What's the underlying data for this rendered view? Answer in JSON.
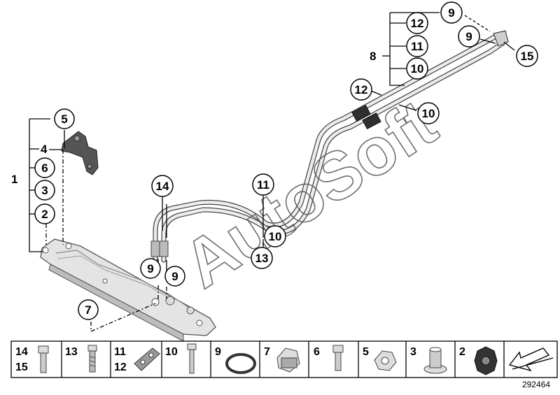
{
  "diagram": {
    "id": "292464",
    "watermark": "AutoSoft",
    "callouts": {
      "c1": "1",
      "c2": "2",
      "c3": "3",
      "c4": "4",
      "c5": "5",
      "c6": "6",
      "c7": "7",
      "c8": "8",
      "c9a": "9",
      "c9b": "9",
      "c9c": "9",
      "c9d": "9",
      "c10a": "10",
      "c10b": "10",
      "c10c": "10",
      "c11a": "11",
      "c11b": "11",
      "c12a": "12",
      "c12b": "12",
      "c13": "13",
      "c14": "14",
      "c15": "15"
    },
    "tray": [
      {
        "labels": [
          "14",
          "15"
        ],
        "part": "bolt-hex"
      },
      {
        "labels": [
          "13"
        ],
        "part": "stud-bolt"
      },
      {
        "labels": [
          "11",
          "12"
        ],
        "part": "hose-connector"
      },
      {
        "labels": [
          "10"
        ],
        "part": "long-bolt"
      },
      {
        "labels": [
          "9"
        ],
        "part": "o-ring"
      },
      {
        "labels": [
          "7"
        ],
        "part": "clamp"
      },
      {
        "labels": [
          "6"
        ],
        "part": "short-bolt"
      },
      {
        "labels": [
          "5"
        ],
        "part": "flange-nut"
      },
      {
        "labels": [
          "3"
        ],
        "part": "rivet-nut"
      },
      {
        "labels": [
          "2"
        ],
        "part": "grommet"
      },
      {
        "labels": [],
        "part": "arrow-symbol"
      }
    ]
  }
}
